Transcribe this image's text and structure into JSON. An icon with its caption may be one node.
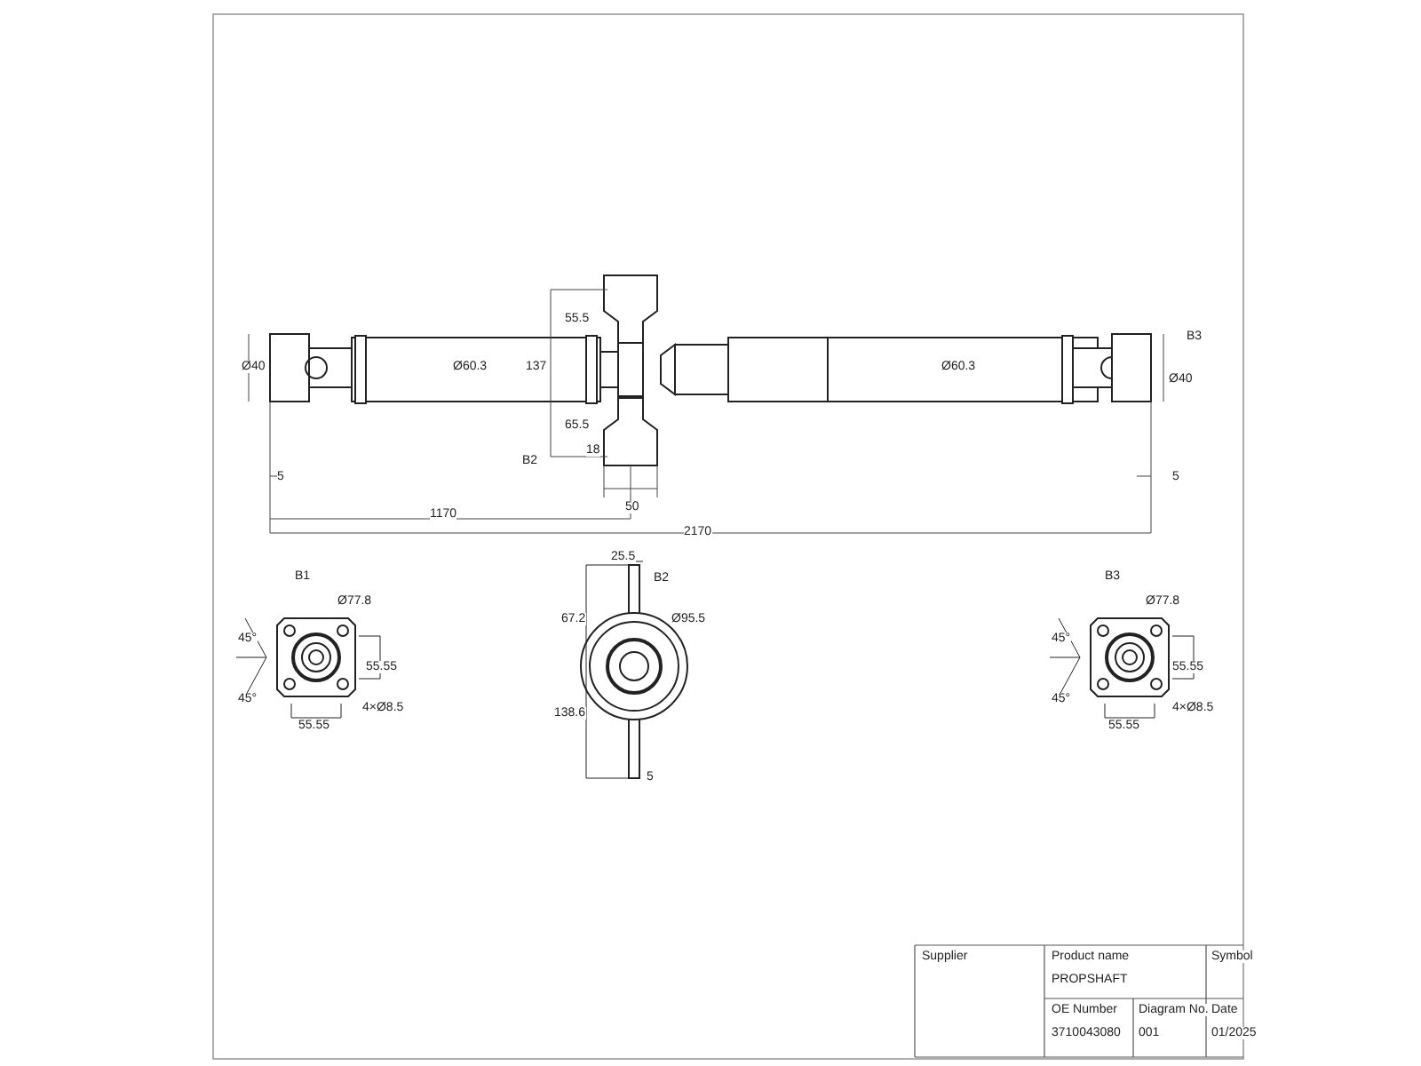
{
  "diagram": {
    "labels": [
      "Ø40",
      "Ø60.3",
      "55.5",
      "137",
      "65.5",
      "18",
      "B2",
      "50",
      "5",
      "1170",
      "2170",
      "Ø60.3",
      "Ø40",
      "B3",
      "5",
      "B1",
      "Ø77.8",
      "45°",
      "45°",
      "55.55",
      "55.55",
      "4×Ø8.5",
      "25.5",
      "B2",
      "67.2",
      "Ø95.5",
      "138.6",
      "5",
      "B3",
      "Ø77.8",
      "45°",
      "45°",
      "55.55",
      "55.55",
      "4×Ø8.5",
      "Supplier",
      "Product name",
      "Symbol",
      "PROPSHAFT",
      "OE Number",
      "Diagram No.",
      "Date",
      "3710043080",
      "001",
      "01/2025"
    ]
  }
}
